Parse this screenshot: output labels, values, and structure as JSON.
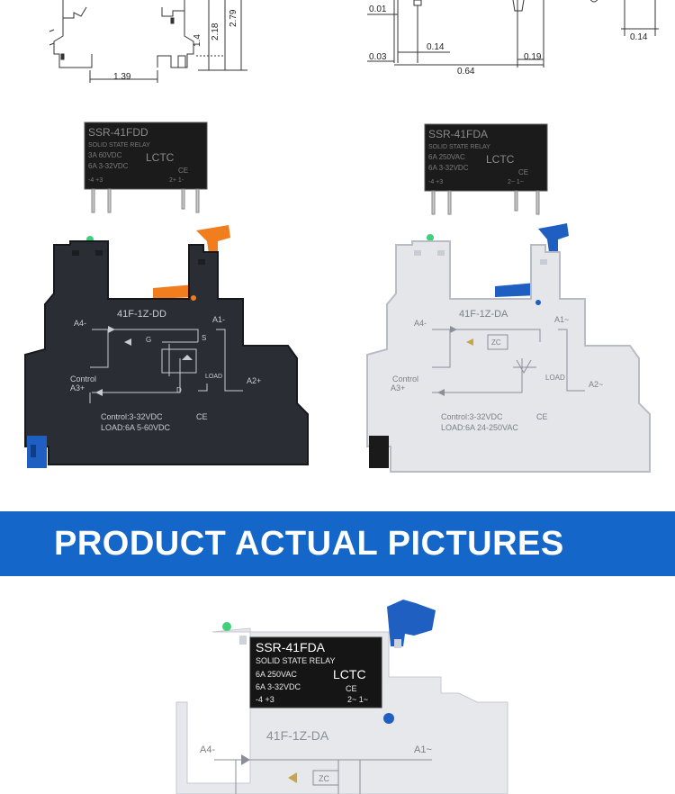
{
  "dimensions_left": {
    "width": "1.39",
    "height_a": "1.4",
    "height_b": "2.18",
    "height_c": "2.79"
  },
  "dimensions_right": {
    "top_left": "0.01",
    "pin": "0.14",
    "pin_gap": "0.03",
    "body": "0.64",
    "side": "0.19",
    "thick": "0.14"
  },
  "relay_dd": {
    "model": "SSR-41FDD",
    "type": "SOLID STATE RELAY",
    "line1": "3A  60VDC",
    "line2": "6A  3-32VDC",
    "brand": "LCTC",
    "ce": "CE",
    "pins_left": "-4  +3",
    "pins_right": "2+  1-"
  },
  "relay_da": {
    "model": "SSR-41FDA",
    "type": "SOLID STATE RELAY",
    "line1": "6A  250VAC",
    "line2": "6A  3-32VDC",
    "brand": "LCTC",
    "ce": "CE",
    "pins_left": "-4  +3",
    "pins_right": "2~  1~"
  },
  "base_dd": {
    "model": "41F-1Z-DD",
    "a4": "A4-",
    "a1": "A1-",
    "a3": "A3+",
    "a2": "A2+",
    "control": "Control",
    "g": "G",
    "s": "S",
    "d": "D",
    "load": "LOAD",
    "spec1": "Control:3-32VDC",
    "spec2": "LOAD:6A 5-60VDC",
    "ce": "CE"
  },
  "base_da": {
    "model": "41F-1Z-DA",
    "a4": "A4-",
    "a1": "A1~",
    "a3": "A3+",
    "a2": "A2~",
    "control": "Control",
    "zc": "ZC",
    "load": "LOAD",
    "spec1": "Control:3-32VDC",
    "spec2": "LOAD:6A 24-250VAC",
    "ce": "CE"
  },
  "banner": {
    "title": "PRODUCT ACTUAL PICTURES"
  },
  "photo": {
    "model": "SSR-41FDA",
    "type": "SOLID STATE RELAY",
    "line1": "6A  250VAC",
    "line2": "6A 3-32VDC",
    "brand": "LCTC",
    "ce": "CE",
    "pins_left": "-4   +3",
    "pins_right": "2~  1~",
    "base_model": "41F-1Z-DA",
    "a4": "A4-",
    "a1": "A1~",
    "zc": "ZC"
  },
  "colors": {
    "band": "#1466c8",
    "dark_base": "#2a2d33",
    "light_base": "#e4e6ea",
    "orange_clip": "#f07d1e",
    "blue_clip": "#1f5fc2",
    "relay_black": "#1a1a1a"
  }
}
